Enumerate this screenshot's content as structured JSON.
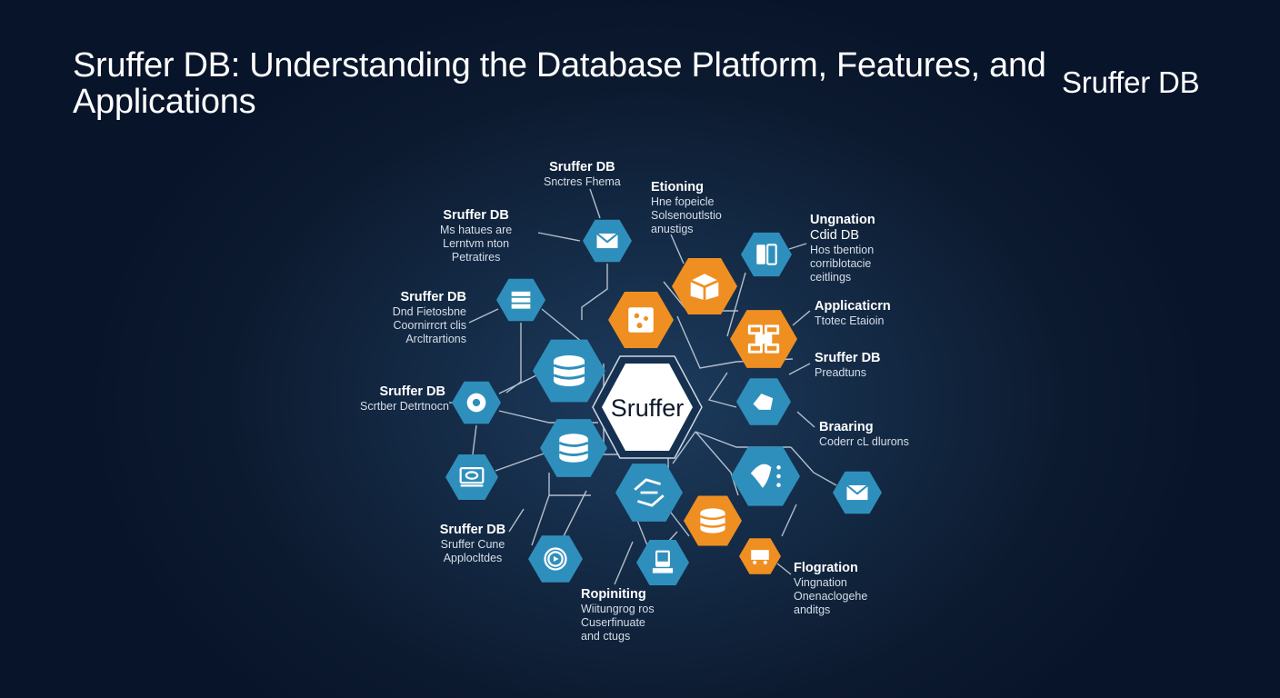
{
  "header": {
    "title": "Sruffer DB: Understanding the Database Platform, Features, and Applications",
    "brand": "Sruffer DB"
  },
  "center": {
    "label": "Sruffer"
  },
  "colors": {
    "background": "#0c1a2f",
    "blue_hex": "#2f8fbc",
    "orange_hex": "#ef8f22",
    "center_hex": "#ffffff",
    "line": "#cfd8e3"
  },
  "nodes": [
    {
      "id": "envelope-top",
      "color": "blue",
      "icon": "envelope-icon"
    },
    {
      "id": "cube-orange",
      "color": "orange",
      "icon": "blocks-icon"
    },
    {
      "id": "box-orange",
      "color": "orange",
      "icon": "box-icon"
    },
    {
      "id": "tablet-top-right",
      "color": "blue",
      "icon": "tablet-icon"
    },
    {
      "id": "grid-orange",
      "color": "orange",
      "icon": "grid-icon"
    },
    {
      "id": "stack-left",
      "color": "blue",
      "icon": "stack-icon"
    },
    {
      "id": "db-left-upper",
      "color": "blue",
      "icon": "database-icon"
    },
    {
      "id": "chat-left",
      "color": "blue",
      "icon": "chat-icon"
    },
    {
      "id": "db-left-lower",
      "color": "blue",
      "icon": "database-icon"
    },
    {
      "id": "monitor-left",
      "color": "blue",
      "icon": "monitor-icon"
    },
    {
      "id": "arrows-bottom",
      "color": "blue",
      "icon": "arrows-icon"
    },
    {
      "id": "hand-right",
      "color": "blue",
      "icon": "hand-icon"
    },
    {
      "id": "feather-right",
      "color": "blue",
      "icon": "feather-icon"
    },
    {
      "id": "envelope-far-right",
      "color": "blue",
      "icon": "envelope-icon"
    },
    {
      "id": "db-orange",
      "color": "orange",
      "icon": "database-icon"
    },
    {
      "id": "play-bottom",
      "color": "blue",
      "icon": "play-icon"
    },
    {
      "id": "device-bottom",
      "color": "blue",
      "icon": "device-icon"
    },
    {
      "id": "tag-orange",
      "color": "orange",
      "icon": "tag-icon"
    }
  ],
  "labels": [
    {
      "id": "top-center",
      "heading": "Sruffer DB",
      "lines": [
        "Snctres Fhema"
      ]
    },
    {
      "id": "top-left",
      "heading": "Sruffer DB",
      "lines": [
        "Ms hatues are",
        "Lerntvm nton",
        "Petratires"
      ]
    },
    {
      "id": "top-right-1",
      "heading": "Etioning",
      "lines": [
        "Hne fopeicle",
        "Solsenoutlstio",
        "anustigs"
      ]
    },
    {
      "id": "right-1",
      "heading": "Ungnation",
      "lines": [
        "Cdid DB",
        "Hos tbention",
        "corriblotacie",
        "ceitlings"
      ]
    },
    {
      "id": "right-2",
      "heading": "Applicaticrn",
      "lines": [
        "Ttotec Etaioin"
      ]
    },
    {
      "id": "right-3",
      "heading": "Sruffer DB",
      "lines": [
        "Preadtuns"
      ]
    },
    {
      "id": "left-1",
      "heading": "Sruffer DB",
      "lines": [
        "Dnd Fietosbne",
        "Coornirrcrt clis",
        "Arcltrartions"
      ]
    },
    {
      "id": "left-2",
      "heading": "Sruffer DB",
      "lines": [
        "Scrtber Detrtnocn"
      ]
    },
    {
      "id": "right-4",
      "heading": "Braaring",
      "lines": [
        "Coderr cL dlurons"
      ]
    },
    {
      "id": "bottom-left",
      "heading": "Sruffer DB",
      "lines": [
        "Sruffer Cune",
        "Applocltdes"
      ]
    },
    {
      "id": "bottom-center",
      "heading": "Ropiniting",
      "lines": [
        "Wiitungrog ros",
        "Cuserfinuate",
        "and ctugs"
      ]
    },
    {
      "id": "bottom-right",
      "heading": "Flogration",
      "lines": [
        "Vingnation",
        "Onenaclogehe",
        "anditgs"
      ]
    }
  ]
}
